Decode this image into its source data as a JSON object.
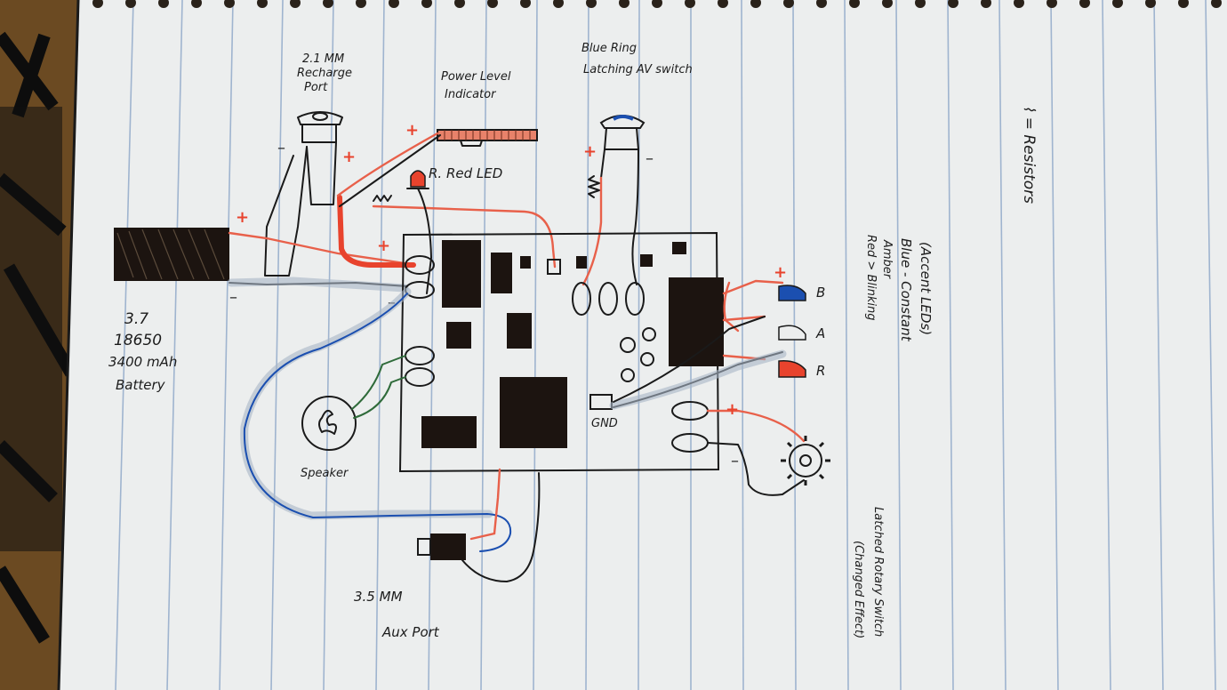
{
  "photo": {
    "background_color": "#3a2a1a",
    "paper_color": "#eceeee",
    "rule_line_color": "#9fb4cf",
    "ink_color": "#1a1a1a",
    "wire_positive_color": "#e8604a",
    "wire_blue_color": "#1b4fb0",
    "wire_green_color": "#2f6b3a"
  },
  "labels": {
    "recharge_port": [
      "2.1 MM",
      "Recharge",
      "Port"
    ],
    "power_level": [
      "Power Level",
      "Indicator"
    ],
    "blue_ring_switch": [
      "Blue Ring",
      "Latching AV switch"
    ],
    "red_led": "R. Red LED",
    "battery": [
      "3.7",
      "18650",
      "3400 mAh",
      "Battery"
    ],
    "speaker": "Speaker",
    "aux_port": [
      "3.5 MM",
      "Aux Port"
    ],
    "gnd": "GND",
    "led_letters": [
      "B",
      "A",
      "R"
    ],
    "resistor_legend": "⌇ = Resistors",
    "accent_leds": [
      "(Accent LEDs)",
      "Blue - Constant",
      "Amber",
      "Red > Blinking"
    ],
    "latched_rotary": [
      "Latched Rotary Switch",
      "(Changed Effect)"
    ]
  },
  "polarity": {
    "plus": "+",
    "minus": "–"
  }
}
